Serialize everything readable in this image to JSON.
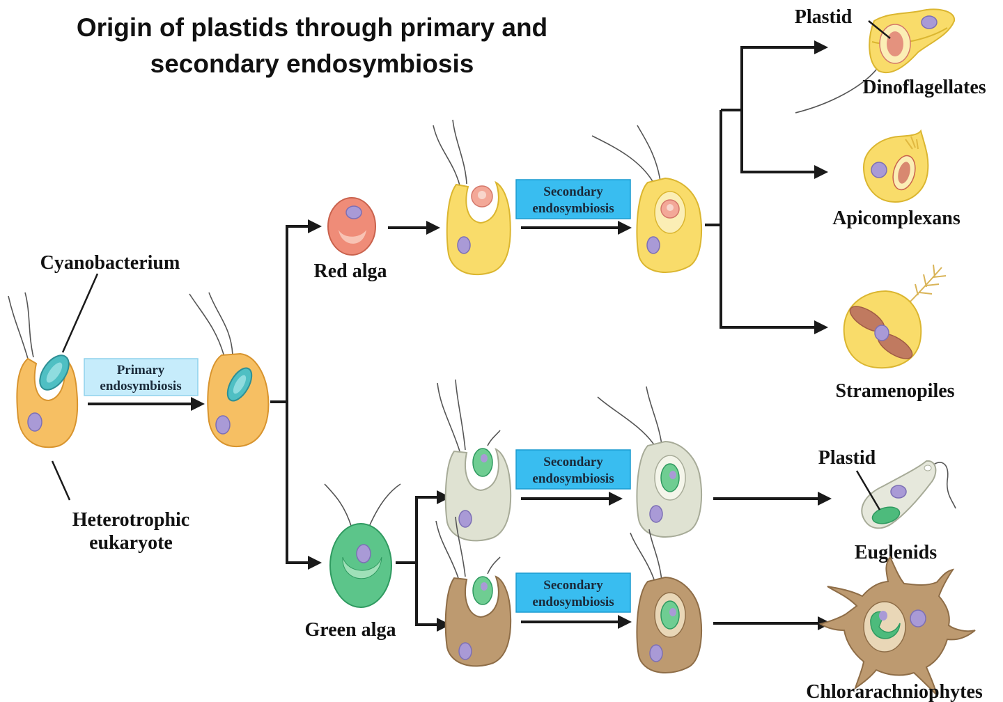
{
  "title": {
    "line1": "Origin of plastids through primary and",
    "line2": "secondary endosymbiosis"
  },
  "labels": {
    "cyanobacterium": "Cyanobacterium",
    "heterotrophic_line1": "Heterotrophic",
    "heterotrophic_line2": "eukaryote",
    "red_alga": "Red alga",
    "green_alga": "Green alga",
    "dinoflagellates": "Dinoflagellates",
    "apicomplexans": "Apicomplexans",
    "stramenopiles": "Stramenopiles",
    "euglenids": "Euglenids",
    "chlorarachniophytes": "Chlorarachniophytes",
    "plastid_top": "Plastid",
    "plastid_euglenid": "Plastid"
  },
  "boxes": {
    "primary": {
      "line1": "Primary",
      "line2": "endosymbiosis"
    },
    "secondary_red": {
      "line1": "Secondary",
      "line2": "endosymbiosis"
    },
    "secondary_green_1": {
      "line1": "Secondary",
      "line2": "endosymbiosis"
    },
    "secondary_green_2": {
      "line1": "Secondary",
      "line2": "endosymbiosis"
    }
  },
  "colors": {
    "box_primary": "#c6ecfb",
    "box_secondary": "#39bdf0",
    "heterotroph": "#f6bf63",
    "yellow_cell": "#f9dc6a",
    "red_alga": "#ef8c78",
    "green_alga": "#5cc58a",
    "grey_cell": "#dfe2d2",
    "brown_cell": "#bd9a70",
    "cyanobacterium": "#4fbfc3",
    "nucleus": "#a99ad6"
  }
}
